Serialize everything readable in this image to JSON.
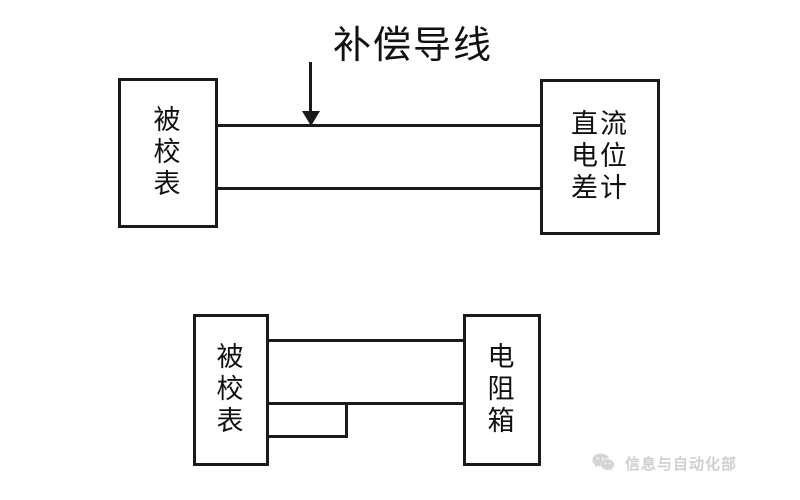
{
  "diagram": {
    "title_caption": {
      "text": "补偿导线",
      "color": "#111111"
    },
    "top_circuit": {
      "left_block": {
        "name": "被校表",
        "lines": [
          "被",
          "校",
          "表"
        ]
      },
      "right_block": {
        "name": "直流电位差计",
        "lines": [
          "直流",
          "电位",
          "差计"
        ]
      },
      "wires": [
        {
          "label": "upper-lead"
        },
        {
          "label": "lower-lead"
        }
      ]
    },
    "bottom_circuit": {
      "left_block": {
        "name": "被校表",
        "lines": [
          "被",
          "校",
          "表"
        ]
      },
      "right_block": {
        "name": "电阻箱",
        "lines": [
          "电",
          "阻",
          "箱"
        ]
      },
      "wires": [
        {
          "label": "upper-lead"
        },
        {
          "label": "middle-lead"
        },
        {
          "label": "shorting-link"
        }
      ]
    },
    "line_color": "#1a1a1a",
    "background": "#ffffff"
  },
  "watermark": {
    "text": "信息与自动化部",
    "logo": "wechat-logo",
    "color": "#8e8e8e"
  }
}
